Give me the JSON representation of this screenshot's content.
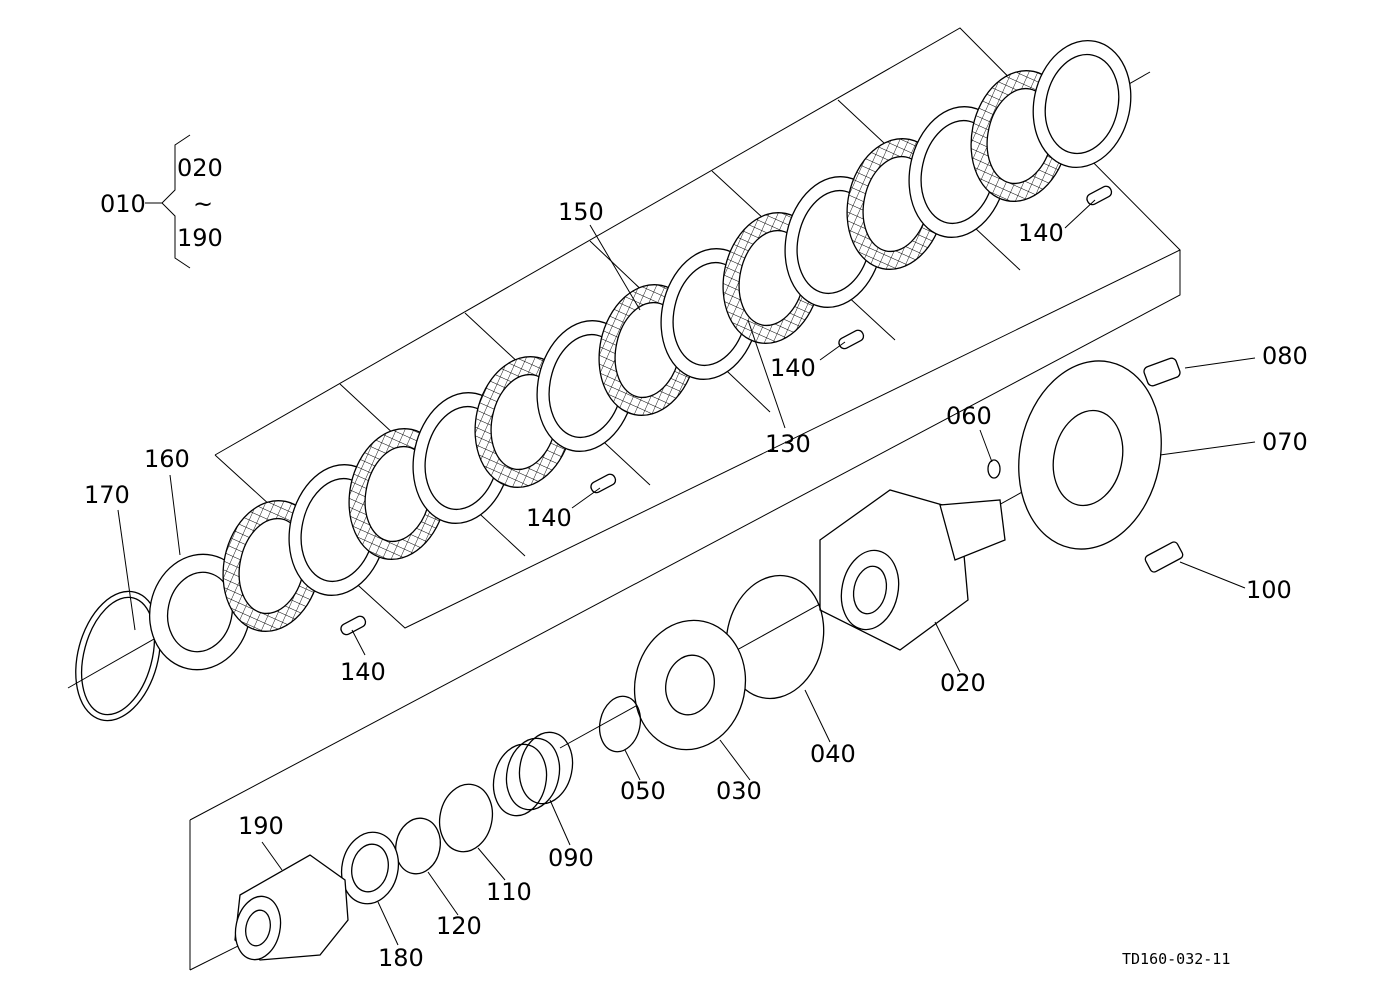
{
  "assembly": {
    "main_number": "010",
    "range_start": "020",
    "range_tilde": "~",
    "range_end": "190"
  },
  "labels": {
    "p020": "020",
    "p030": "030",
    "p040": "040",
    "p050": "050",
    "p060": "060",
    "p070": "070",
    "p080": "080",
    "p090": "090",
    "p100": "100",
    "p110": "110",
    "p120": "120",
    "p130": "130",
    "p140": "140",
    "p150": "150",
    "p160": "160",
    "p170": "170",
    "p180": "180",
    "p190": "190"
  },
  "drawing_number": "TD160-032-11"
}
